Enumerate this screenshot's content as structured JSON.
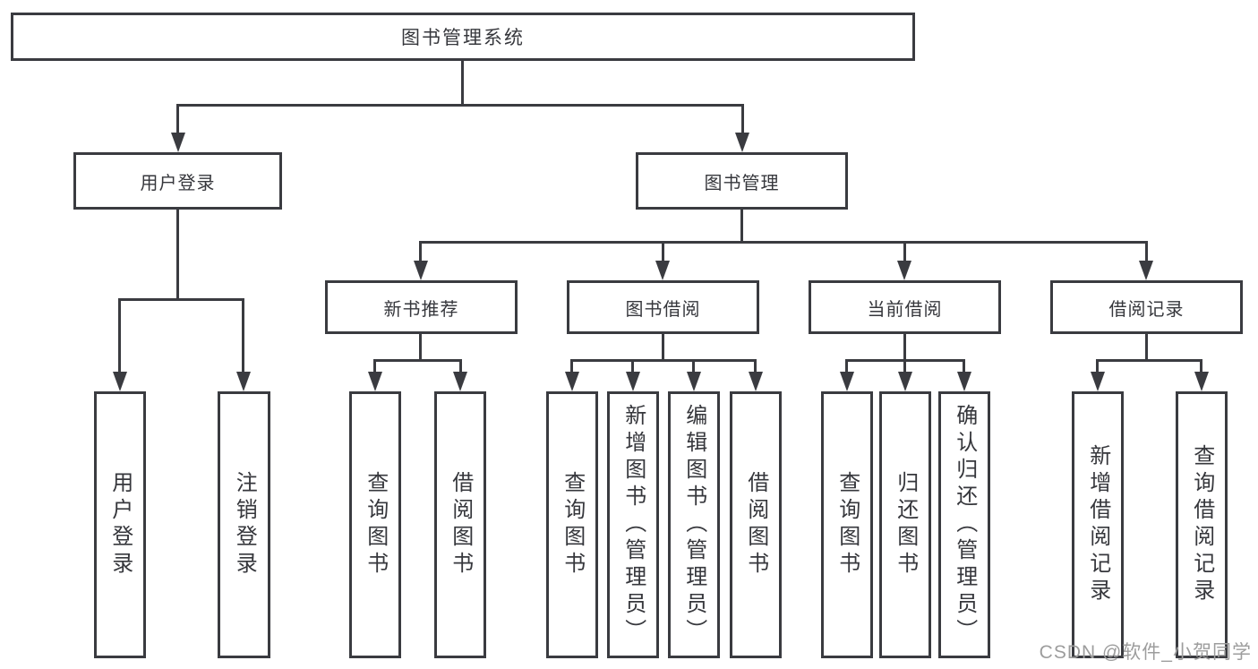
{
  "diagram": {
    "root": {
      "label": "图书管理系统"
    },
    "branches": [
      {
        "label": "用户登录",
        "children": [
          {
            "label": "用户登录"
          },
          {
            "label": "注销登录"
          }
        ]
      },
      {
        "label": "图书管理",
        "children": [
          {
            "label": "新书推荐",
            "children": [
              {
                "label": "查询图书"
              },
              {
                "label": "借阅图书"
              }
            ]
          },
          {
            "label": "图书借阅",
            "children": [
              {
                "label": "查询图书"
              },
              {
                "label": "新增图书（管理员）"
              },
              {
                "label": "编辑图书（管理员）"
              },
              {
                "label": "借阅图书"
              }
            ]
          },
          {
            "label": "当前借阅",
            "children": [
              {
                "label": "查询图书"
              },
              {
                "label": "归还图书"
              },
              {
                "label": "确认归还（管理员）"
              }
            ]
          },
          {
            "label": "借阅记录",
            "children": [
              {
                "label": "新增借阅记录"
              },
              {
                "label": "查询借阅记录"
              }
            ]
          }
        ]
      }
    ]
  },
  "watermark": {
    "text": "CSDN @软件_小贺同学",
    "color": "#9d9d9d"
  },
  "colors": {
    "line": "#3a3b40",
    "text": "#36373c",
    "background": "#ffffff"
  }
}
